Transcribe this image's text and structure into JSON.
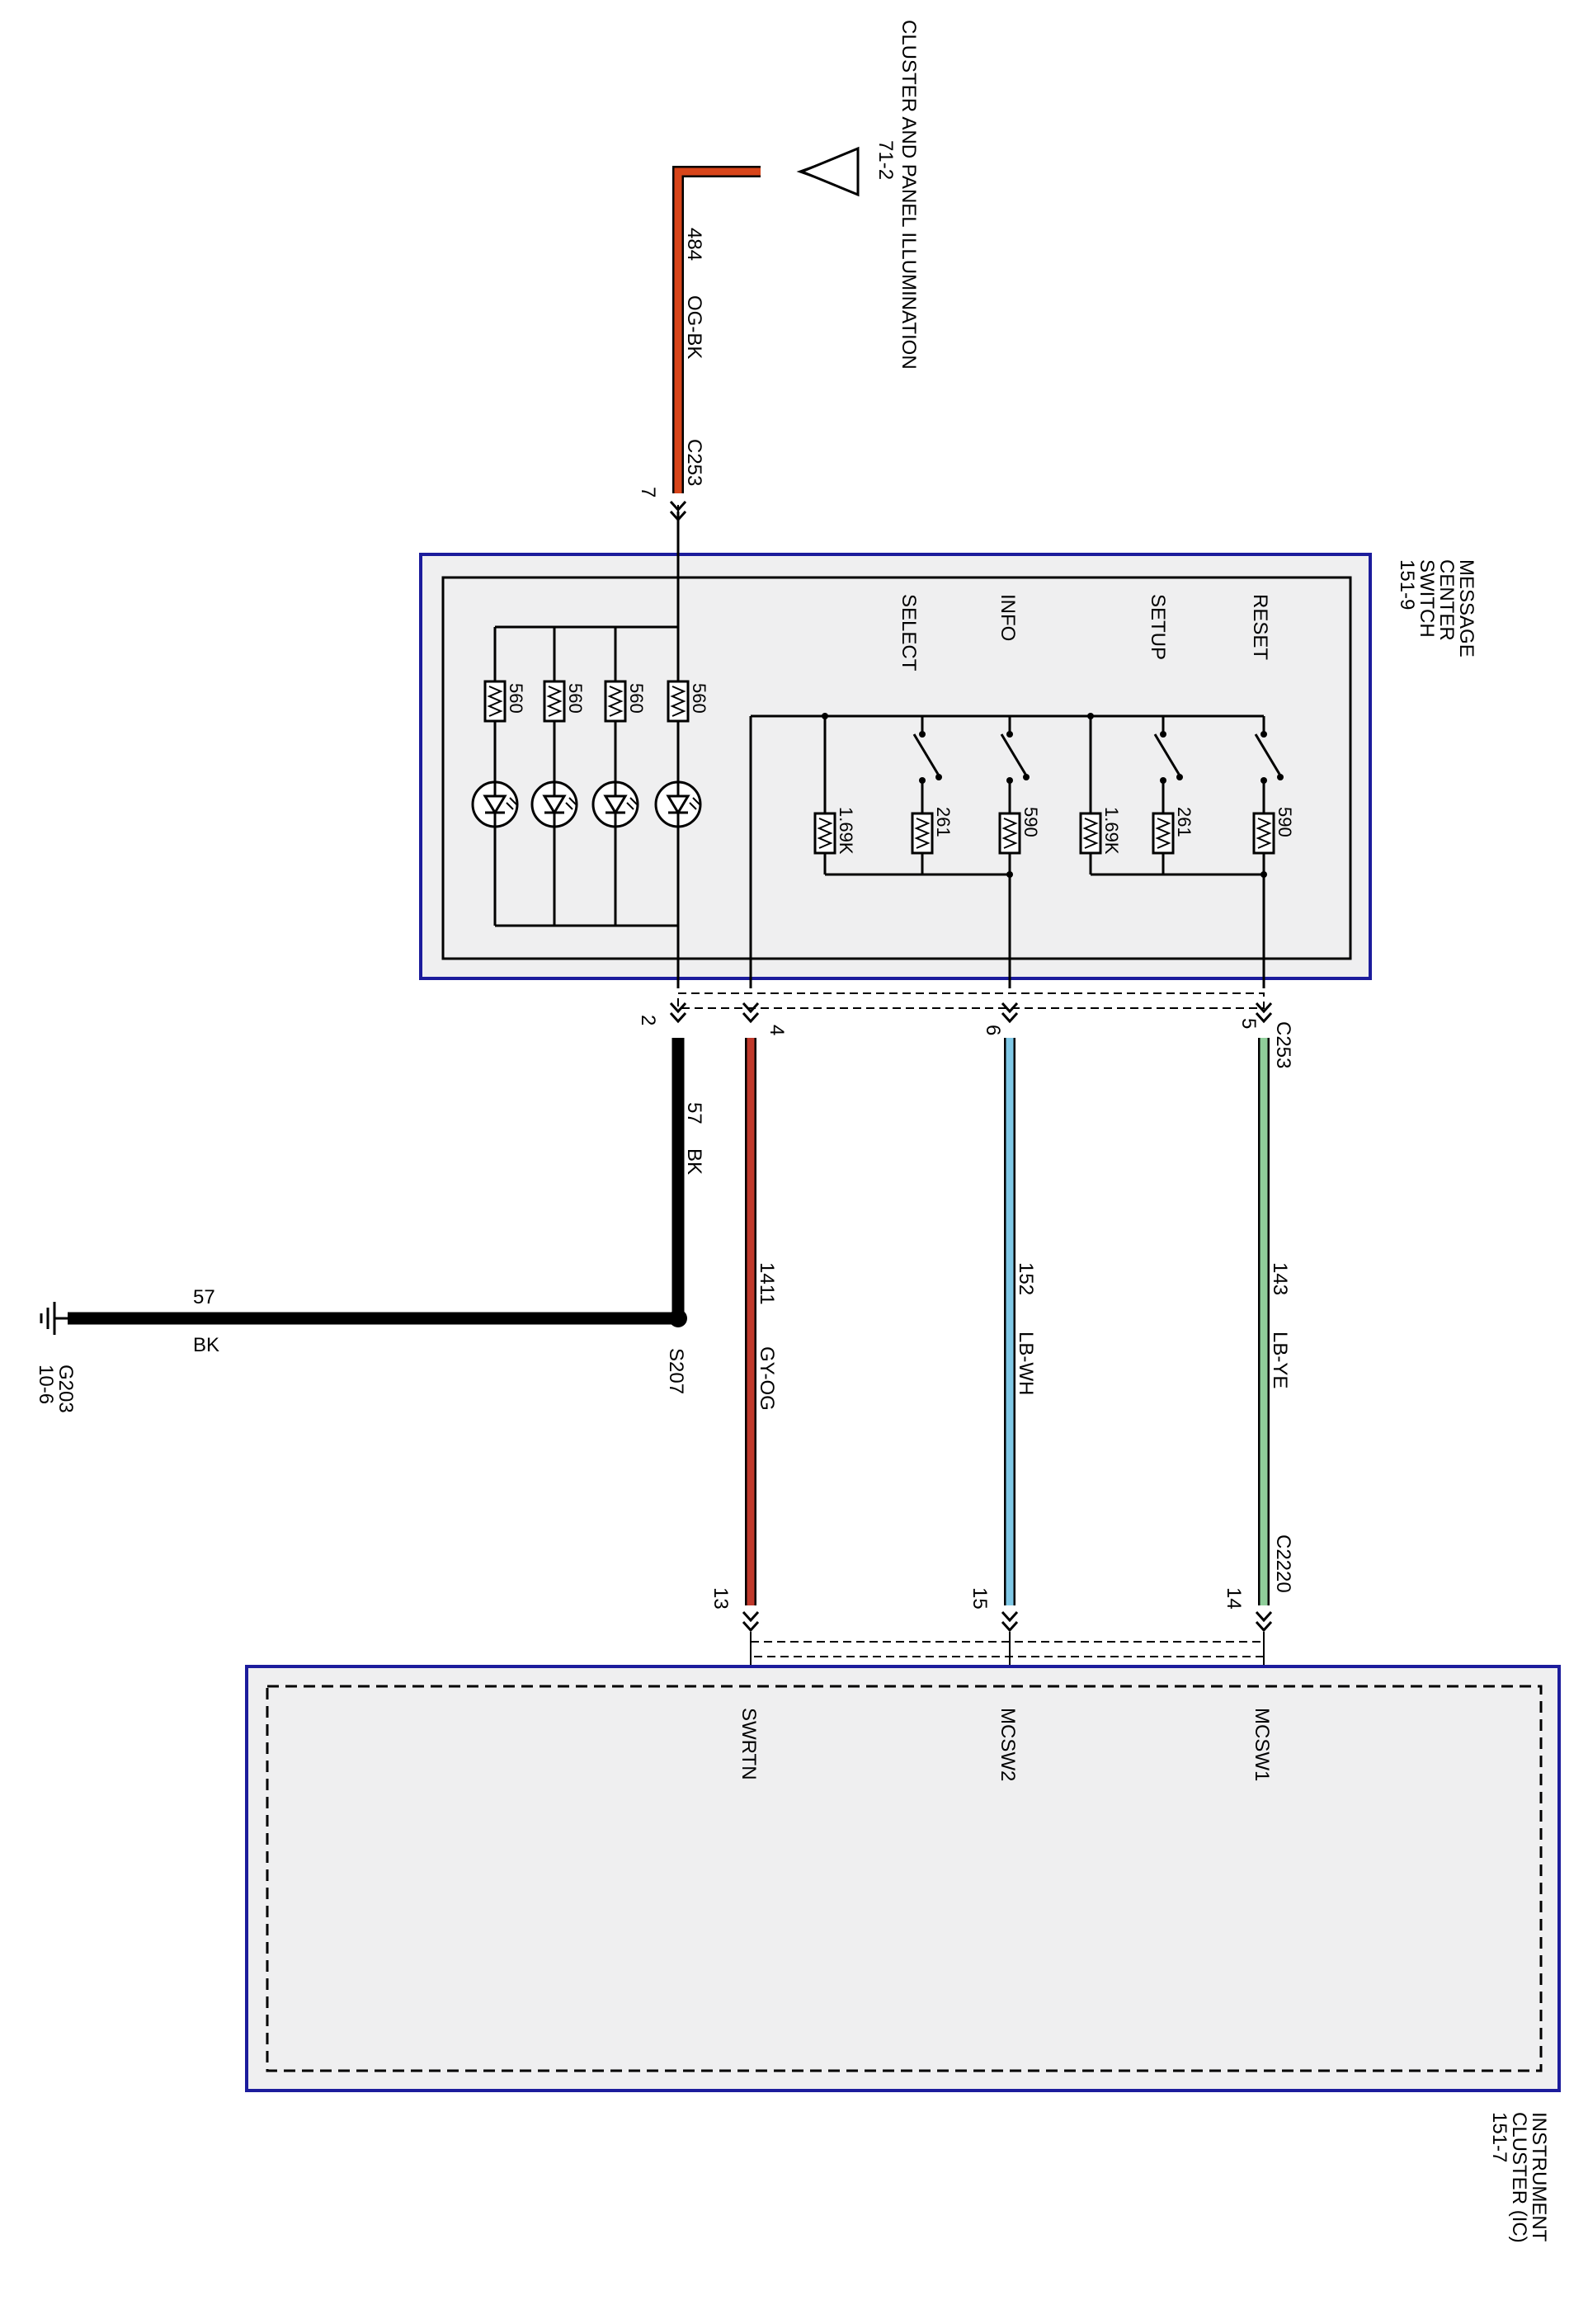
{
  "colors": {
    "box_fill": "#efeff0",
    "box_border": "#1c1c9c",
    "wire_og_bk": "#d8451a",
    "wire_gy_og": "#c0392b",
    "wire_lb_wh": "#7fc8e6",
    "wire_lb_ye": "#8fce9a",
    "wire_bk": "#000000"
  },
  "illumination": {
    "title": "CLUSTER AND PANEL ILLUMINATION",
    "ref": "71-2"
  },
  "message_center_switch": {
    "title_line1": "MESSAGE",
    "title_line2": "CENTER",
    "title_line3": "SWITCH",
    "ref": "151-9",
    "buttons": [
      "RESET",
      "SETUP",
      "INFO",
      "SELECT"
    ],
    "led_resistors": [
      "560",
      "560",
      "560",
      "560"
    ],
    "switch_resistors": [
      "590",
      "261",
      "1.69K",
      "590",
      "261",
      "1.69K"
    ]
  },
  "instrument_cluster": {
    "title_line1": "INSTRUMENT",
    "title_line2": "CLUSTER (IC)",
    "ref": "151-7",
    "pins": [
      "MCSW1",
      "MCSW2",
      "SWRTN"
    ]
  },
  "wires": {
    "illum": {
      "circuit": "484",
      "color": "OG-BK",
      "connector": "C253",
      "pin": "7"
    },
    "ground_vert": {
      "circuit": "57",
      "color": "BK",
      "pin": "2"
    },
    "ground_horiz": {
      "circuit": "57",
      "color": "BK"
    },
    "swrtn": {
      "circuit": "1411",
      "color": "GY-OG",
      "pin_top": "4",
      "pin_bottom": "13"
    },
    "mcsw2": {
      "circuit": "152",
      "color": "LB-WH",
      "pin_top": "6",
      "pin_bottom": "15"
    },
    "mcsw1": {
      "circuit": "143",
      "color": "LB-YE",
      "pin_top": "5",
      "pin_bottom": "14",
      "connector_top": "C253",
      "connector_bottom": "C2220"
    }
  },
  "splice": {
    "label": "S207"
  },
  "ground": {
    "label": "G203",
    "ref": "10-6"
  }
}
